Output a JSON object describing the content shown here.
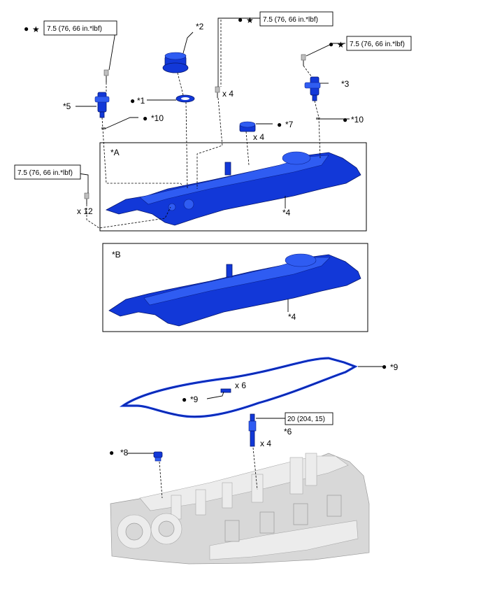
{
  "callouts": {
    "p1": "*1",
    "p2": "*2",
    "p3": "*3",
    "p4a": "*4",
    "p4b": "*4",
    "p5": "*5",
    "p6": "*6",
    "p7": "*7",
    "p8": "*8",
    "p9a": "*9",
    "p9b": "*9",
    "p10a": "*10",
    "p10b": "*10"
  },
  "views": {
    "a": "*A",
    "b": "*B"
  },
  "torque": {
    "t1": "7.5 (76, 66 in.*lbf)",
    "t2": "7.5 (76, 66 in.*lbf)",
    "t3": "7.5 (76, 66 in.*lbf)",
    "t4": "7.5 (76, 66 in.*lbf)",
    "t5": "20 (204, 15)"
  },
  "quantities": {
    "q1": "x 4",
    "q2": "x 4",
    "q3": "x 12",
    "q4": "x 6",
    "q5": "x 4"
  },
  "symbols": {
    "dot": "●",
    "star": "★"
  },
  "colors": {
    "part_blue": "#1238d8",
    "engine_grey": "#d8d8d8"
  }
}
